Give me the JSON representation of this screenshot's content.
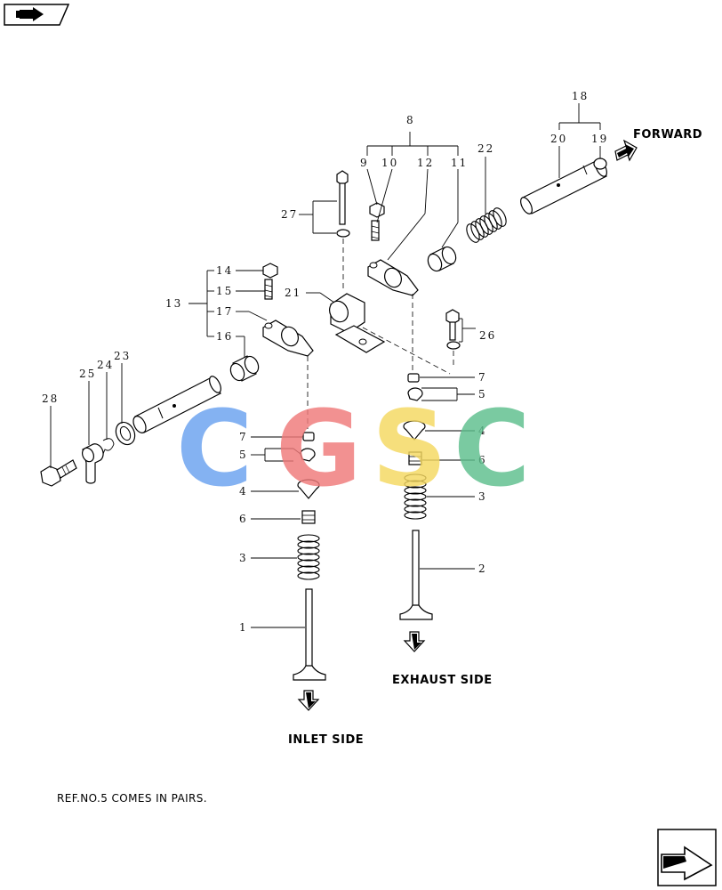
{
  "labels": {
    "forward": "FORWARD",
    "exhaust_side": "EXHAUST SIDE",
    "inlet_side": "INLET SIDE",
    "note": "REF.NO.5 COMES IN PAIRS."
  },
  "callouts": {
    "c1": "1",
    "c2": "2",
    "c3a": "3",
    "c3b": "3",
    "c4a": "4",
    "c4b": "4",
    "c5a": "5",
    "c5b": "5",
    "c6a": "6",
    "c6b": "6",
    "c7a": "7",
    "c7b": "7",
    "c8": "8",
    "c9": "9",
    "c10": "10",
    "c11": "11",
    "c12": "12",
    "c13": "13",
    "c14": "14",
    "c15": "15",
    "c16": "16",
    "c17": "17",
    "c18": "18",
    "c19": "19",
    "c20": "20",
    "c21": "21",
    "c22": "22",
    "c23": "23",
    "c24": "24",
    "c25": "25",
    "c26": "26",
    "c27": "27",
    "c28": "28"
  },
  "watermark": {
    "letters": [
      "C",
      "G",
      "S",
      "C"
    ],
    "colors": [
      "#6aa2f0",
      "#f07a7a",
      "#f5d860",
      "#5dbf8d"
    ]
  },
  "icons": {
    "top_left": "prev-arrow-icon",
    "bottom_right": "next-arrow-icon"
  }
}
